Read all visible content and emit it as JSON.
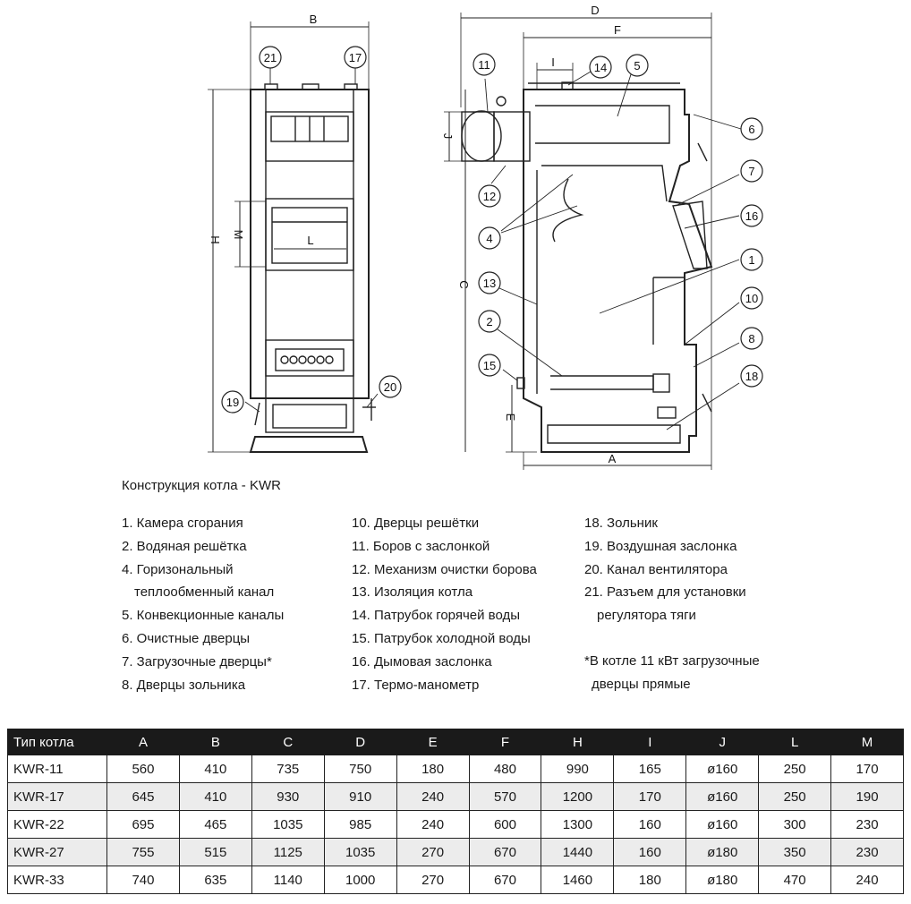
{
  "callouts_front": [
    "21",
    "17",
    "19",
    "20"
  ],
  "callouts_side": [
    "11",
    "14",
    "5",
    "6",
    "12",
    "7",
    "16",
    "4",
    "1",
    "13",
    "10",
    "2",
    "8",
    "15",
    "18"
  ],
  "dims": {
    "B": "B",
    "H": "H",
    "M": "M",
    "L": "L",
    "D": "D",
    "F": "F",
    "I": "I",
    "J": "J",
    "C": "C",
    "E": "E",
    "A": "A"
  },
  "caption": "Конструкция котла - KWR",
  "legend_col1": [
    "1. Камера сгорания",
    "2. Водяная решётка",
    "4. Горизональный",
    "теплообменный канал",
    "5. Конвекционные каналы",
    "6. Очистные дверцы",
    "7. Загрузочные дверцы*",
    "8. Дверцы зольника"
  ],
  "legend_col2": [
    "10. Дверцы решётки",
    "11. Боров с заслонкой",
    "12. Механизм очистки борова",
    "13. Изоляция котла",
    "14. Патрубок горячей воды",
    "15. Патрубок холодной воды",
    "16. Дымовая заслонка",
    "17. Термо-манометр"
  ],
  "legend_col3": [
    "18. Зольник",
    "19. Воздушная заслонка",
    "20. Канал вентилятора",
    "21. Разъем для установки",
    "регулятора тяги"
  ],
  "note": [
    "*В котле 11 кВт загрузочные",
    "дверцы прямые"
  ],
  "table": {
    "headers": [
      "Тип котла",
      "A",
      "B",
      "C",
      "D",
      "E",
      "F",
      "H",
      "I",
      "J",
      "L",
      "M"
    ],
    "rows": [
      [
        "KWR-11",
        "560",
        "410",
        "735",
        "750",
        "180",
        "480",
        "990",
        "165",
        "ø160",
        "250",
        "170"
      ],
      [
        "KWR-17",
        "645",
        "410",
        "930",
        "910",
        "240",
        "570",
        "1200",
        "170",
        "ø160",
        "250",
        "190"
      ],
      [
        "KWR-22",
        "695",
        "465",
        "1035",
        "985",
        "240",
        "600",
        "1300",
        "160",
        "ø160",
        "300",
        "230"
      ],
      [
        "KWR-27",
        "755",
        "515",
        "1125",
        "1035",
        "270",
        "670",
        "1440",
        "160",
        "ø180",
        "350",
        "230"
      ],
      [
        "KWR-33",
        "740",
        "635",
        "1140",
        "1000",
        "270",
        "670",
        "1460",
        "180",
        "ø180",
        "470",
        "240"
      ]
    ]
  }
}
